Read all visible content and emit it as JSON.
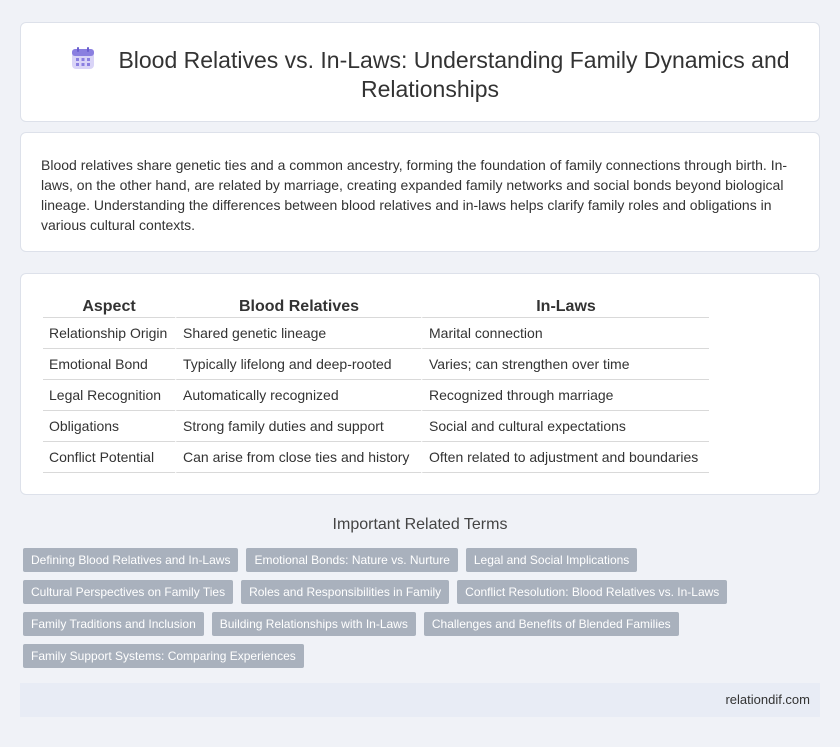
{
  "header": {
    "title": "Blood Relatives vs. In-Laws: Understanding Family Dynamics and Relationships",
    "icon": "calendar-icon"
  },
  "intro": {
    "text": "Blood relatives share genetic ties and a common ancestry, forming the foundation of family connections through birth. In-laws, on the other hand, are related by marriage, creating expanded family networks and social bonds beyond biological lineage. Understanding the differences between blood relatives and in-laws helps clarify family roles and obligations in various cultural contexts."
  },
  "table": {
    "headers": [
      "Aspect",
      "Blood Relatives",
      "In-Laws"
    ],
    "rows": [
      [
        "Relationship Origin",
        "Shared genetic lineage",
        "Marital connection"
      ],
      [
        "Emotional Bond",
        "Typically lifelong and deep-rooted",
        "Varies; can strengthen over time"
      ],
      [
        "Legal Recognition",
        "Automatically recognized",
        "Recognized through marriage"
      ],
      [
        "Obligations",
        "Strong family duties and support",
        "Social and cultural expectations"
      ],
      [
        "Conflict Potential",
        "Can arise from close ties and history",
        "Often related to adjustment and boundaries"
      ]
    ]
  },
  "related": {
    "title": "Important Related Terms",
    "tags": [
      [
        "Defining Blood Relatives and In-Laws",
        "Emotional Bonds: Nature vs. Nurture",
        "Legal and Social Implications"
      ],
      [
        "Cultural Perspectives on Family Ties",
        "Roles and Responsibilities in Family",
        "Conflict Resolution: Blood Relatives vs. In-Laws"
      ],
      [
        "Family Traditions and Inclusion",
        "Building Relationships with In-Laws",
        "Challenges and Benefits of Blended Families"
      ],
      [
        "Family Support Systems: Comparing Experiences"
      ]
    ]
  },
  "footer": {
    "site": "relationdif.com"
  },
  "colors": {
    "background": "#f0f2f7",
    "tag": "#a9b1bd",
    "footer": "#e8ecf5",
    "icon": "#7b6fd6"
  }
}
